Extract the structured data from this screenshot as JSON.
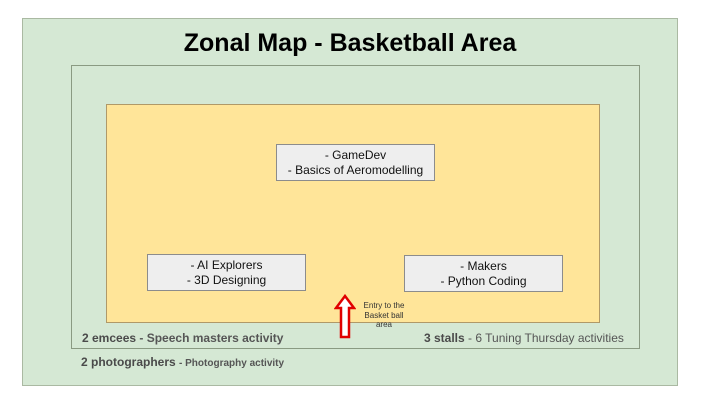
{
  "title": "Zonal Map - Basketball Area",
  "zones": {
    "top": {
      "line1": "- GameDev",
      "line2": "- Basics of Aeromodelling"
    },
    "left": {
      "line1": "- AI Explorers",
      "line2": "- 3D Designing"
    },
    "right": {
      "line1": "- Makers",
      "line2": "- Python Coding"
    }
  },
  "entry": {
    "line1": "Entry to the",
    "line2": "Basket ball",
    "line3": "area"
  },
  "notes": {
    "emcees_count": "2 emcees",
    "emcees_desc": "- Speech masters activity",
    "stalls_count": "3 stalls",
    "stalls_desc": "- 6 Tuning Thursday activities",
    "photographers_count": "2 photographers",
    "photographers_desc": "- Photography activity"
  },
  "colors": {
    "outer_area": "#d5e8d4",
    "court": "#ffe599",
    "zone_box": "#eeeeee",
    "entry_arrow": "#e00000"
  }
}
